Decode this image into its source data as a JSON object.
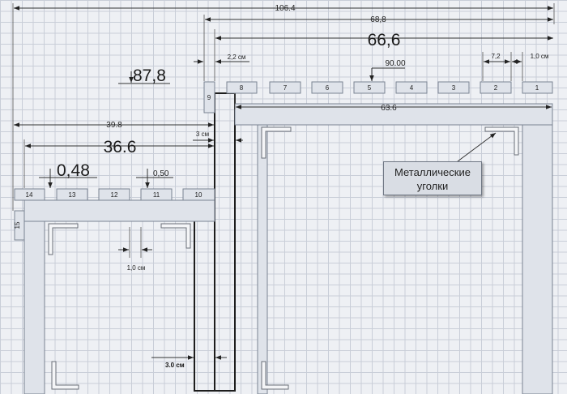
{
  "dimensions": {
    "total": "106.4",
    "right_section": "68,8",
    "right_inner": "66,6",
    "slat_gap_right": "2,2 см",
    "slat_width": "7,2",
    "slat_gap": "1,0 см",
    "height_marker": "90.00",
    "beam_length": "63.6",
    "left_height": "87,8",
    "left_outer": "39.8",
    "left_inner": "36.6",
    "joint": "3 см",
    "left_thickness_a": "0,48",
    "left_thickness_b": "0,50",
    "post_gap": "1,0 см",
    "bottom_gap": "3.0 см"
  },
  "slats_right": [
    "9",
    "8",
    "7",
    "6",
    "5",
    "4",
    "3",
    "2",
    "1"
  ],
  "slats_left": [
    "14",
    "13",
    "12",
    "11",
    "10"
  ],
  "side_slat": "15",
  "callout": {
    "line1": "Металлические",
    "line2": "уголки"
  }
}
